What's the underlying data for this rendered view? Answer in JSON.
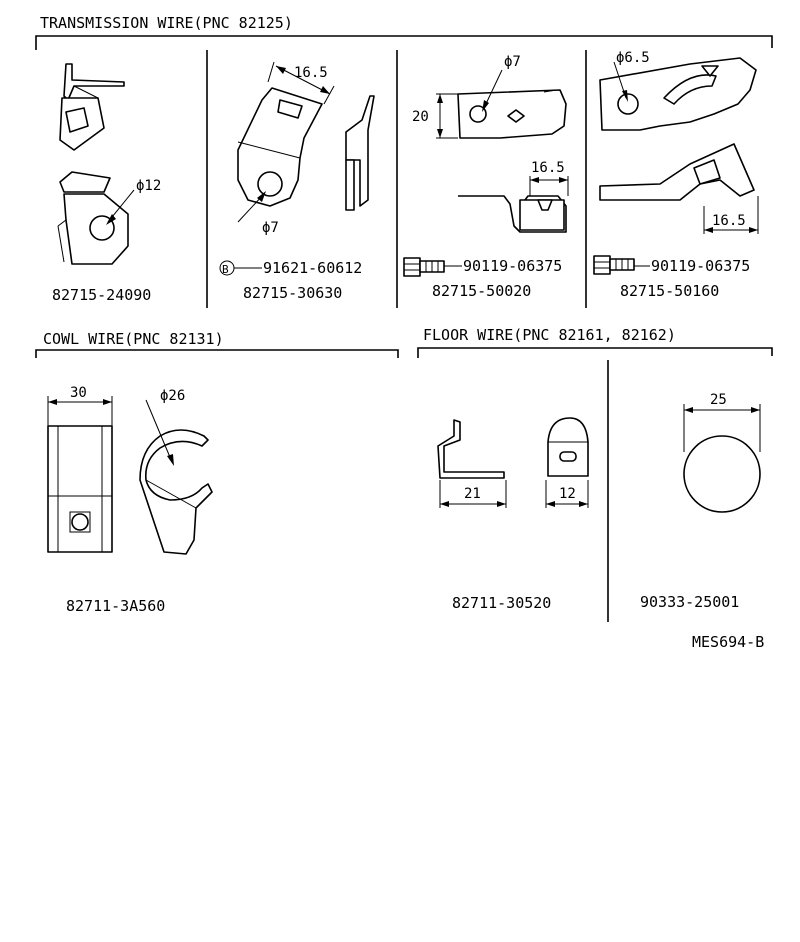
{
  "sections": {
    "transmission": "TRANSMISSION WIRE(PNC 82125)",
    "cowl": "COWL WIRE(PNC 82131)",
    "floor": "FLOOR WIRE(PNC 82161, 82162)"
  },
  "parts": {
    "p1": "82715-24090",
    "p2": "82715-30630",
    "p3": "82715-50020",
    "p4": "82715-50160",
    "p5": "82711-3A560",
    "p6": "82711-30520",
    "p7": "90333-25001"
  },
  "bolts": {
    "b1_symbol": "B",
    "b1": "91621-60612",
    "b2": "90119-06375",
    "b3": "90119-06375"
  },
  "dims": {
    "d_phi12": "ϕ12",
    "d_16_5_a": "16.5",
    "d_phi7_a": "ϕ7",
    "d_phi7_b": "ϕ7",
    "d_20": "20",
    "d_16_5_b": "16.5",
    "d_phi6_5": "ϕ6.5",
    "d_16_5_c": "16.5",
    "d_30": "30",
    "d_phi26": "ϕ26",
    "d_21": "21",
    "d_12": "12",
    "d_25": "25"
  },
  "code": "MES694-B"
}
